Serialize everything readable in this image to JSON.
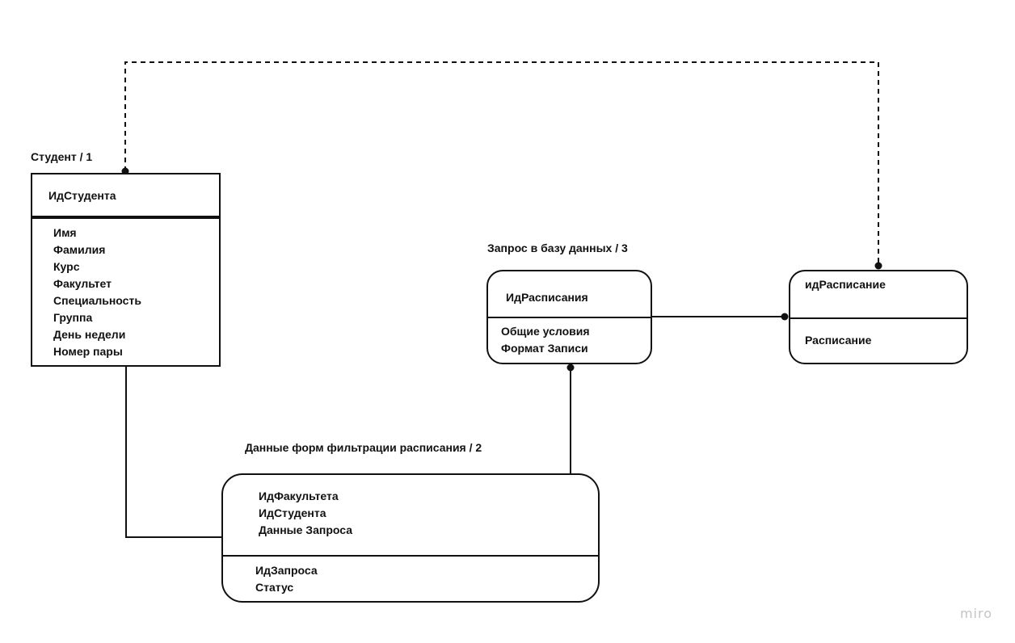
{
  "entities": {
    "student": {
      "title": "Студент / 1",
      "key": [
        "ИдСтудента"
      ],
      "attributes": [
        "Имя",
        "Фамилия",
        "Курс",
        "Факультет",
        "Специальность",
        "Группа",
        "День недели",
        "Номер пары"
      ]
    },
    "filter_data": {
      "title": "Данные форм фильтрации расписания / 2",
      "key": [
        "ИдФакультета",
        "ИдСтудента",
        "Данные Запроса"
      ],
      "attributes": [
        "ИдЗапроса",
        "Статус"
      ]
    },
    "db_request": {
      "title": "Запрос в базу данных / 3",
      "key": [
        "ИдРасписания"
      ],
      "attributes": [
        "Общие условия",
        "Формат Записи"
      ]
    },
    "schedule": {
      "title": "",
      "key": [
        "идРасписание"
      ],
      "attributes": [
        "Расписание"
      ]
    }
  },
  "relationships": [
    {
      "from": "student",
      "to": "filter_data",
      "style": "solid"
    },
    {
      "from": "filter_data",
      "to": "db_request",
      "style": "solid",
      "end": "dot"
    },
    {
      "from": "db_request",
      "to": "schedule",
      "style": "solid",
      "end": "dot"
    },
    {
      "from": "student",
      "to": "schedule",
      "style": "dashed",
      "ends": "dot"
    }
  ],
  "watermark": "miro"
}
